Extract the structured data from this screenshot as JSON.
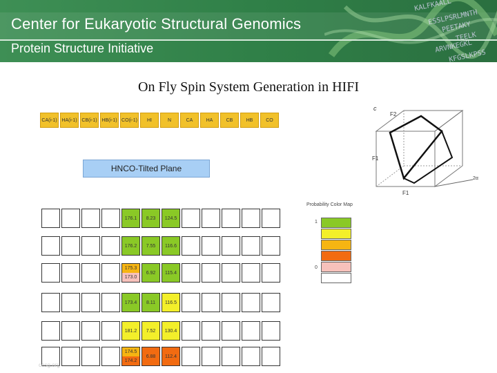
{
  "header": {
    "title": "Center for Eukaryotic Structural Genomics",
    "subtitle": "Protein Structure Initiative",
    "sequence_lines": [
      "KALFKAALL",
      "ESSLPSRLMNTH",
      "PEETAKY",
      "TEELK",
      "ARVNKEGKL",
      "KFGSLKPSS"
    ]
  },
  "slide": {
    "title": "On Fly Spin System Generation in HIFI"
  },
  "atom_headers": [
    "CA(i-1)",
    "HA(i-1)",
    "CB(i-1)",
    "HB(i-1)",
    "CO(i-1)",
    "HI",
    "N",
    "CA",
    "HA",
    "CB",
    "HB",
    "CO"
  ],
  "plane_label": "HNCO-Tilted Plane",
  "rows": [
    {
      "cells": [
        "",
        "",
        "",
        "",
        "176.1",
        "8.23",
        "124.5",
        "",
        "",
        "",
        "",
        ""
      ]
    },
    {
      "cells": [
        "",
        "",
        "",
        "",
        "176.2",
        "7.55",
        "116.6",
        "",
        "",
        "",
        "",
        ""
      ]
    },
    {
      "cells": [
        "",
        "",
        "",
        "",
        "175.3 / 173.0",
        "6.92",
        "115.4",
        "",
        "",
        "",
        "",
        ""
      ]
    },
    {
      "cells": [
        "",
        "",
        "",
        "",
        "173.4",
        "8.11",
        "116.5",
        "",
        "",
        "",
        "",
        ""
      ]
    },
    {
      "cells": [
        "",
        "",
        "",
        "",
        "181.2",
        "7.52",
        "130.4",
        "",
        "",
        "",
        "",
        ""
      ]
    },
    {
      "cells": [
        "",
        "",
        "",
        "",
        "174.5 / 174.2",
        "6.88",
        "112.4",
        "",
        "",
        "",
        "",
        ""
      ]
    }
  ],
  "legend": {
    "title": "Probability Color Map",
    "top": "1",
    "bottom": "0",
    "colors": [
      "#8ac926",
      "#f3ef2a",
      "#f6b512",
      "#f26b11",
      "#f7c1bb"
    ]
  },
  "cube": {
    "labels": [
      "c",
      "F2",
      "F1",
      "F1",
      "2α"
    ]
  },
  "footer": {
    "watermark": "cesg.org"
  }
}
